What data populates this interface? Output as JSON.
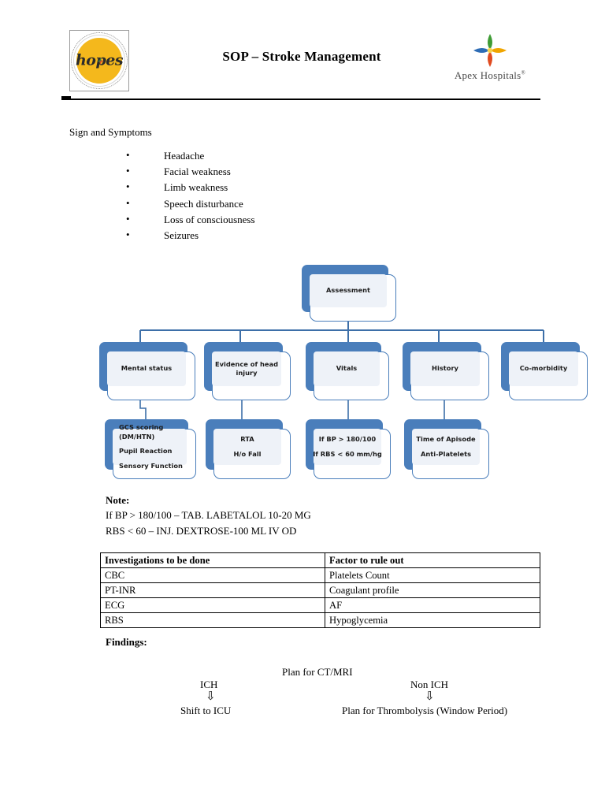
{
  "header": {
    "title": "SOP – Stroke Management",
    "hopes_logo": {
      "wordmark": "hopes",
      "icon": "hopes-flower-icon"
    },
    "apex_logo": {
      "name": "Apex Hospitals",
      "trademark": "™",
      "icon": "apex-four-petal-icon"
    }
  },
  "signs": {
    "heading": "Sign and Symptoms",
    "items": [
      "Headache",
      "Facial weakness",
      "Limb weakness",
      "Speech disturbance",
      "Loss of consciousness",
      "Seizures"
    ]
  },
  "flowchart": {
    "root": {
      "label": "Assessment"
    },
    "branches": [
      {
        "label": "Mental status"
      },
      {
        "label_line1": "Evidence of head",
        "label_line2": "injury"
      },
      {
        "label": "Vitals"
      },
      {
        "label": "History"
      },
      {
        "label": "Co-morbidity"
      }
    ],
    "details": [
      {
        "line1": "GCS scoring",
        "line2": "(DM/HTN)",
        "line3": "Pupil Reaction",
        "line4": "Sensory Function"
      },
      {
        "line1": "RTA",
        "line2": "H/o Fall"
      },
      {
        "line1": "If BP > 180/100",
        "line2": "If RBS < 60 mm/hg"
      },
      {
        "line1": "Time of Apisode",
        "line2": "Anti-Platelets"
      }
    ],
    "colors": {
      "box_fill": "#4a7ebb",
      "box_inner": "#eef2f8",
      "connector": "#3d6fa8"
    }
  },
  "note": {
    "title": "Note:",
    "line1": "If BP > 180/100 – TAB. LABETALOL 10-20 MG",
    "line2": "RBS < 60 – INJ. DEXTROSE-100 ML IV OD"
  },
  "investigations": {
    "headers": [
      "Investigations to be done",
      "Factor to rule out"
    ],
    "rows": [
      [
        "CBC",
        "Platelets Count"
      ],
      [
        "PT-INR",
        "Coagulant profile"
      ],
      [
        "ECG",
        "AF"
      ],
      [
        "RBS",
        "Hypoglycemia"
      ]
    ]
  },
  "findings": {
    "heading": "Findings:",
    "plan": "Plan for CT/MRI",
    "left_branch": {
      "label": "ICH",
      "arrow": "⇩",
      "outcome": "Shift to ICU"
    },
    "right_branch": {
      "label": "Non ICH",
      "arrow": "⇩",
      "outcome": "Plan for Thrombolysis (Window Period)"
    }
  }
}
